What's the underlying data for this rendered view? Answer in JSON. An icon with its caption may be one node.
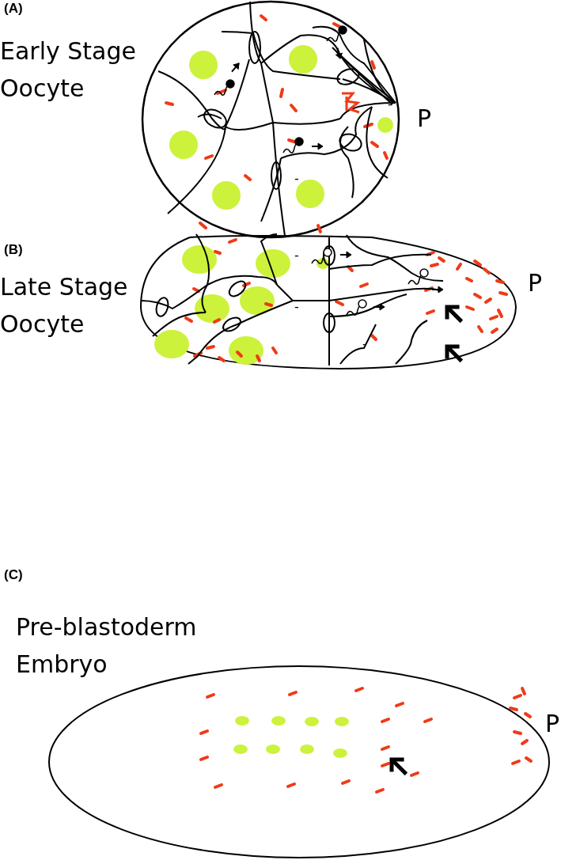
{
  "diagram": {
    "labels": [
      "(A)",
      "Early Stage Oocyte",
      "-",
      "P",
      "(B)",
      "Late Stage Oocyte",
      "-",
      "-",
      "-",
      "-",
      "P",
      "(C)",
      "Pre-blastoderm Embryo",
      "P"
    ]
  }
}
